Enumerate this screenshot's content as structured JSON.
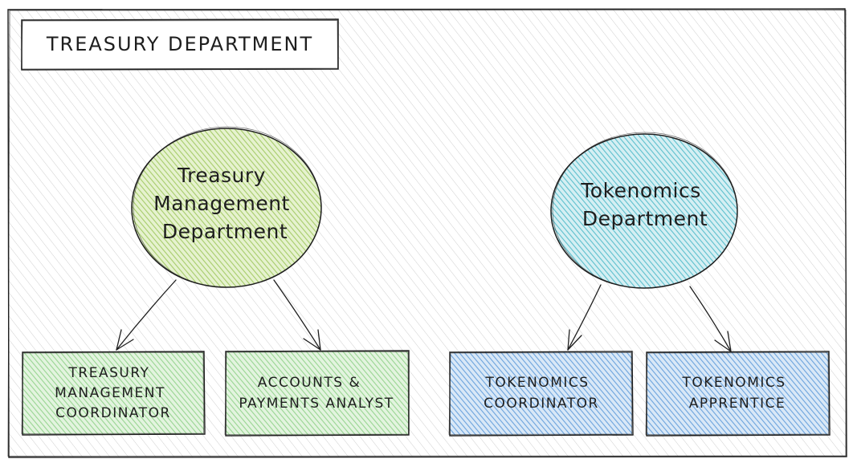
{
  "diagram": {
    "title": "TREASURY DEPARTMENT",
    "colors": {
      "outline": "#1e1e1e",
      "green_fill": "#a9cf6e",
      "green_light": "#9fd89a",
      "teal_fill": "#57c1cf",
      "blue_fill": "#6aa5e0",
      "frame_hatch": "#d0d0d0"
    },
    "nodes": {
      "treasury_management": {
        "lines": [
          "Treasury",
          "Management",
          "Department"
        ]
      },
      "tokenomics": {
        "lines": [
          "Tokenomics",
          "Department"
        ]
      }
    },
    "roles": {
      "tm_coordinator": {
        "lines": [
          "TREASURY",
          "MANAGEMENT",
          "COORDINATOR"
        ]
      },
      "accounts_payments": {
        "lines": [
          "ACCOUNTS &",
          "PAYMENTS ANALYST"
        ]
      },
      "tok_coordinator": {
        "lines": [
          "TOKENOMICS",
          "COORDINATOR"
        ]
      },
      "tok_apprentice": {
        "lines": [
          "TOKENOMICS",
          "APPRENTICE"
        ]
      }
    }
  }
}
